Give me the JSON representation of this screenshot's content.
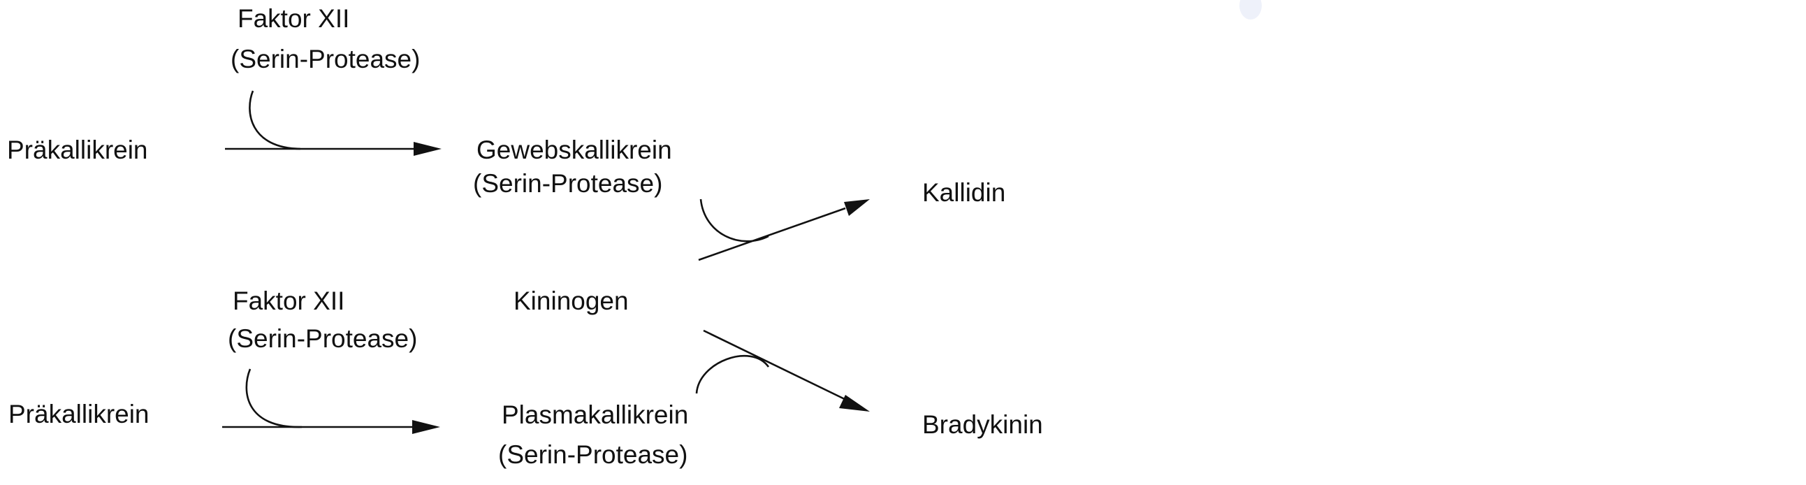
{
  "diagram": {
    "top": {
      "enzyme_name": "Faktor XII",
      "enzyme_class": "(Serin-Protease)",
      "substrate": "Präkallikrein",
      "product_name": "Gewebskallikrein",
      "product_class": "(Serin-Protease)"
    },
    "bottom": {
      "enzyme_name": "Faktor XII",
      "enzyme_class": "(Serin-Protease)",
      "substrate": "Präkallikrein",
      "product_name": "Plasmakallikrein",
      "product_class": "(Serin-Protease)"
    },
    "kininogen": "Kininogen",
    "kallidin": "Kallidin",
    "bradykinin": "Bradykinin"
  }
}
